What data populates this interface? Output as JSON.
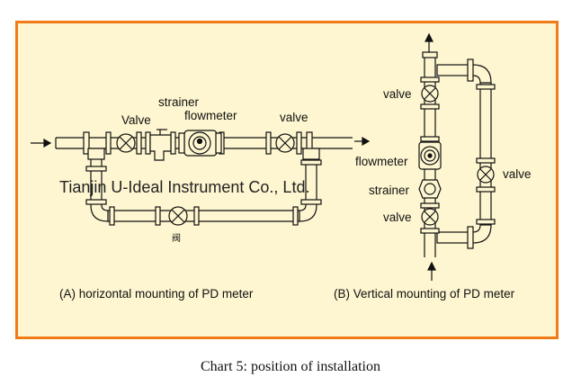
{
  "colors": {
    "border": "#f07b17",
    "panel": "#fdf6d0",
    "ink": "#111111"
  },
  "horizontal": {
    "label_strainer": "strainer",
    "label_valve_left": "Valve",
    "label_flowmeter": "flowmeter",
    "label_valve_right": "valve",
    "label_bypass_valve": "阀",
    "caption": "(A) horizontal mounting of PD meter"
  },
  "vertical": {
    "label_valve_top": "valve",
    "label_flowmeter": "flowmeter",
    "label_strainer": "strainer",
    "label_valve_bottom": "valve",
    "label_valve_bypass": "valve",
    "caption": "(B) Vertical mounting of PD meter"
  },
  "watermark": "Tianjin U-Ideal Instrument Co., Ltd.",
  "figure_caption": "Chart 5: position of installation"
}
